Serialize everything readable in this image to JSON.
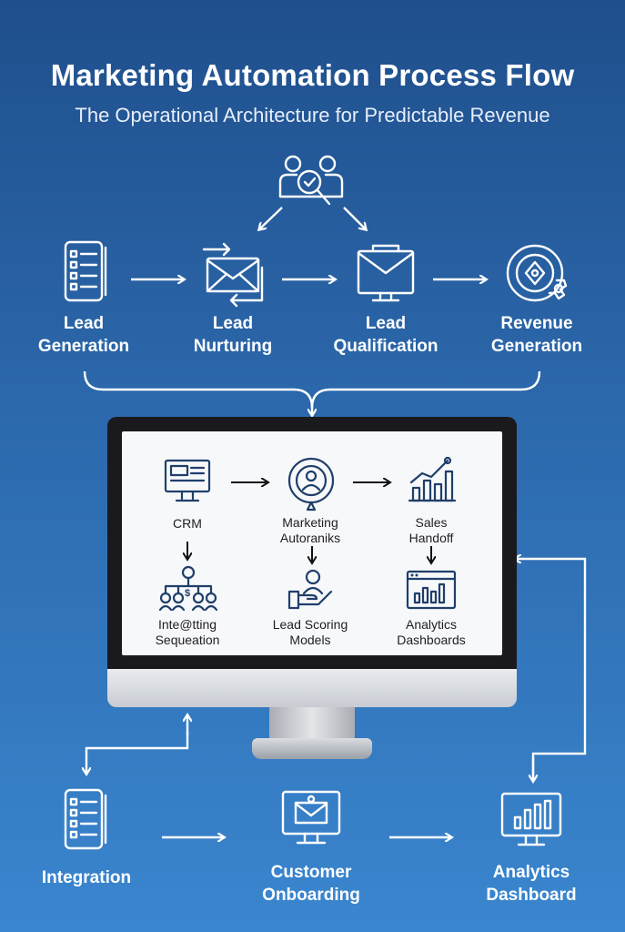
{
  "header": {
    "title": "Marketing Automation Process Flow",
    "subtitle": "The Operational Architecture for Predictable Revenue"
  },
  "top_icon": "team-search-icon",
  "stages": [
    {
      "line1": "Lead",
      "line2": "Generation",
      "icon": "checklist-icon"
    },
    {
      "line1": "Lead",
      "line2": "Nurturing",
      "icon": "envelope-cycle-icon"
    },
    {
      "line1": "Lead",
      "line2": "Qualification",
      "icon": "envelope-monitor-icon"
    },
    {
      "line1": "Revenue",
      "line2": "Generation",
      "icon": "target-gear-icon"
    }
  ],
  "screen_items": [
    {
      "line1": "CRM",
      "line2": "",
      "icon": "crm-monitor-icon"
    },
    {
      "line1": "Marketing",
      "line2": "Autoraniks",
      "icon": "target-user-icon"
    },
    {
      "line1": "Sales",
      "line2": "Handoff",
      "icon": "growth-chart-icon"
    },
    {
      "line1": "Inte@tting",
      "line2": "Sequeation",
      "icon": "org-hierarchy-icon"
    },
    {
      "line1": "Lead Scoring",
      "line2": "Models",
      "icon": "hand-user-icon"
    },
    {
      "line1": "Analytics",
      "line2": "Dashboards",
      "icon": "dashboard-window-icon"
    }
  ],
  "bottom_items": [
    {
      "line1": "Integration",
      "line2": "",
      "icon": "checklist-icon"
    },
    {
      "line1": "Customer",
      "line2": "Onboarding",
      "icon": "email-monitor-icon"
    },
    {
      "line1": "Analytics",
      "line2": "Dashboard",
      "icon": "bar-chart-monitor-icon"
    }
  ],
  "colors": {
    "background_top": "#1f4f8c",
    "background_bottom": "#3a86cf",
    "text": "#ffffff",
    "screen": "#f7f8fa",
    "monitor_frame": "#1a1a1e",
    "icon_dark": "#1f3f6a"
  }
}
